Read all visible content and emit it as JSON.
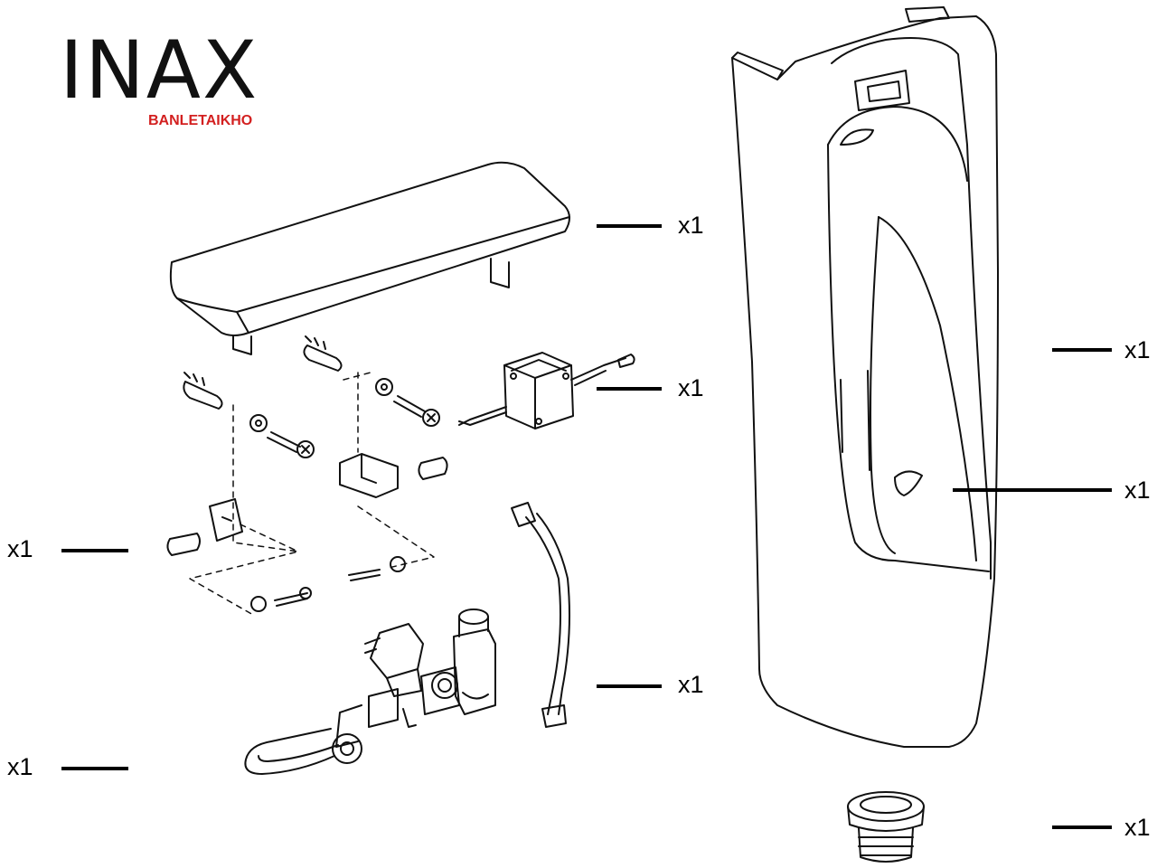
{
  "brand": {
    "logo_text": "INAX",
    "sub_text": "BANLETAIKHO",
    "sub_color": "#d32020"
  },
  "callouts": [
    {
      "id": "cover",
      "label": "x1"
    },
    {
      "id": "sensor-unit",
      "label": "x1"
    },
    {
      "id": "urinal-body",
      "label": "x1"
    },
    {
      "id": "drain-cap",
      "label": "x1"
    },
    {
      "id": "mounting-hardware",
      "label": "x1"
    },
    {
      "id": "flex-hose",
      "label": "x1"
    },
    {
      "id": "valve-assembly",
      "label": "x1"
    },
    {
      "id": "drain-trap",
      "label": "x1"
    }
  ]
}
